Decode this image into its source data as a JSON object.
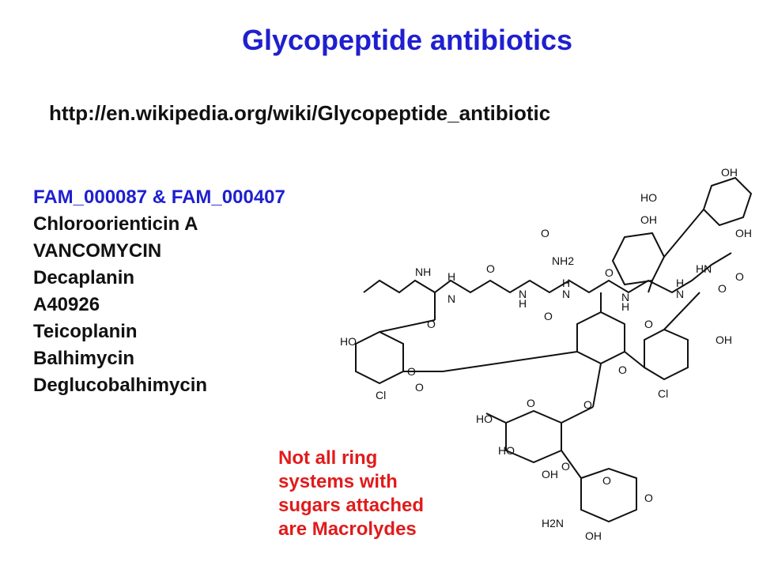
{
  "title": "Glycopeptide antibiotics",
  "url": "http://en.wikipedia.org/wiki/Glycopeptide_antibiotic",
  "compounds": {
    "families": "FAM_000087   & FAM_000407",
    "items": [
      "Chloroorienticin A",
      "VANCOMYCIN",
      "Decaplanin",
      "A40926",
      "Teicoplanin",
      "Balhimycin",
      "Deglucobalhimycin"
    ]
  },
  "note": [
    "Not all ring",
    "systems with",
    "sugars attached",
    "are Macrolydes"
  ],
  "structure": {
    "labels": [
      "OH",
      "HO",
      "OH",
      "OH",
      "NH",
      "NH2",
      "O",
      "O",
      "H",
      "N",
      "O",
      "H",
      "N",
      "O",
      "H",
      "N",
      "O",
      "H",
      "N",
      "O",
      "HN",
      "O",
      "H",
      "N",
      "O",
      "HO",
      "O",
      "OH",
      "O",
      "Cl",
      "O",
      "Cl",
      "O",
      "HO",
      "O",
      "O",
      "HO",
      "OH",
      "O",
      "O",
      "H2N",
      "OH"
    ]
  },
  "colors": {
    "title": "#1f1fd0",
    "family": "#1f1fd0",
    "note": "#e11b1b",
    "text": "#111111"
  }
}
